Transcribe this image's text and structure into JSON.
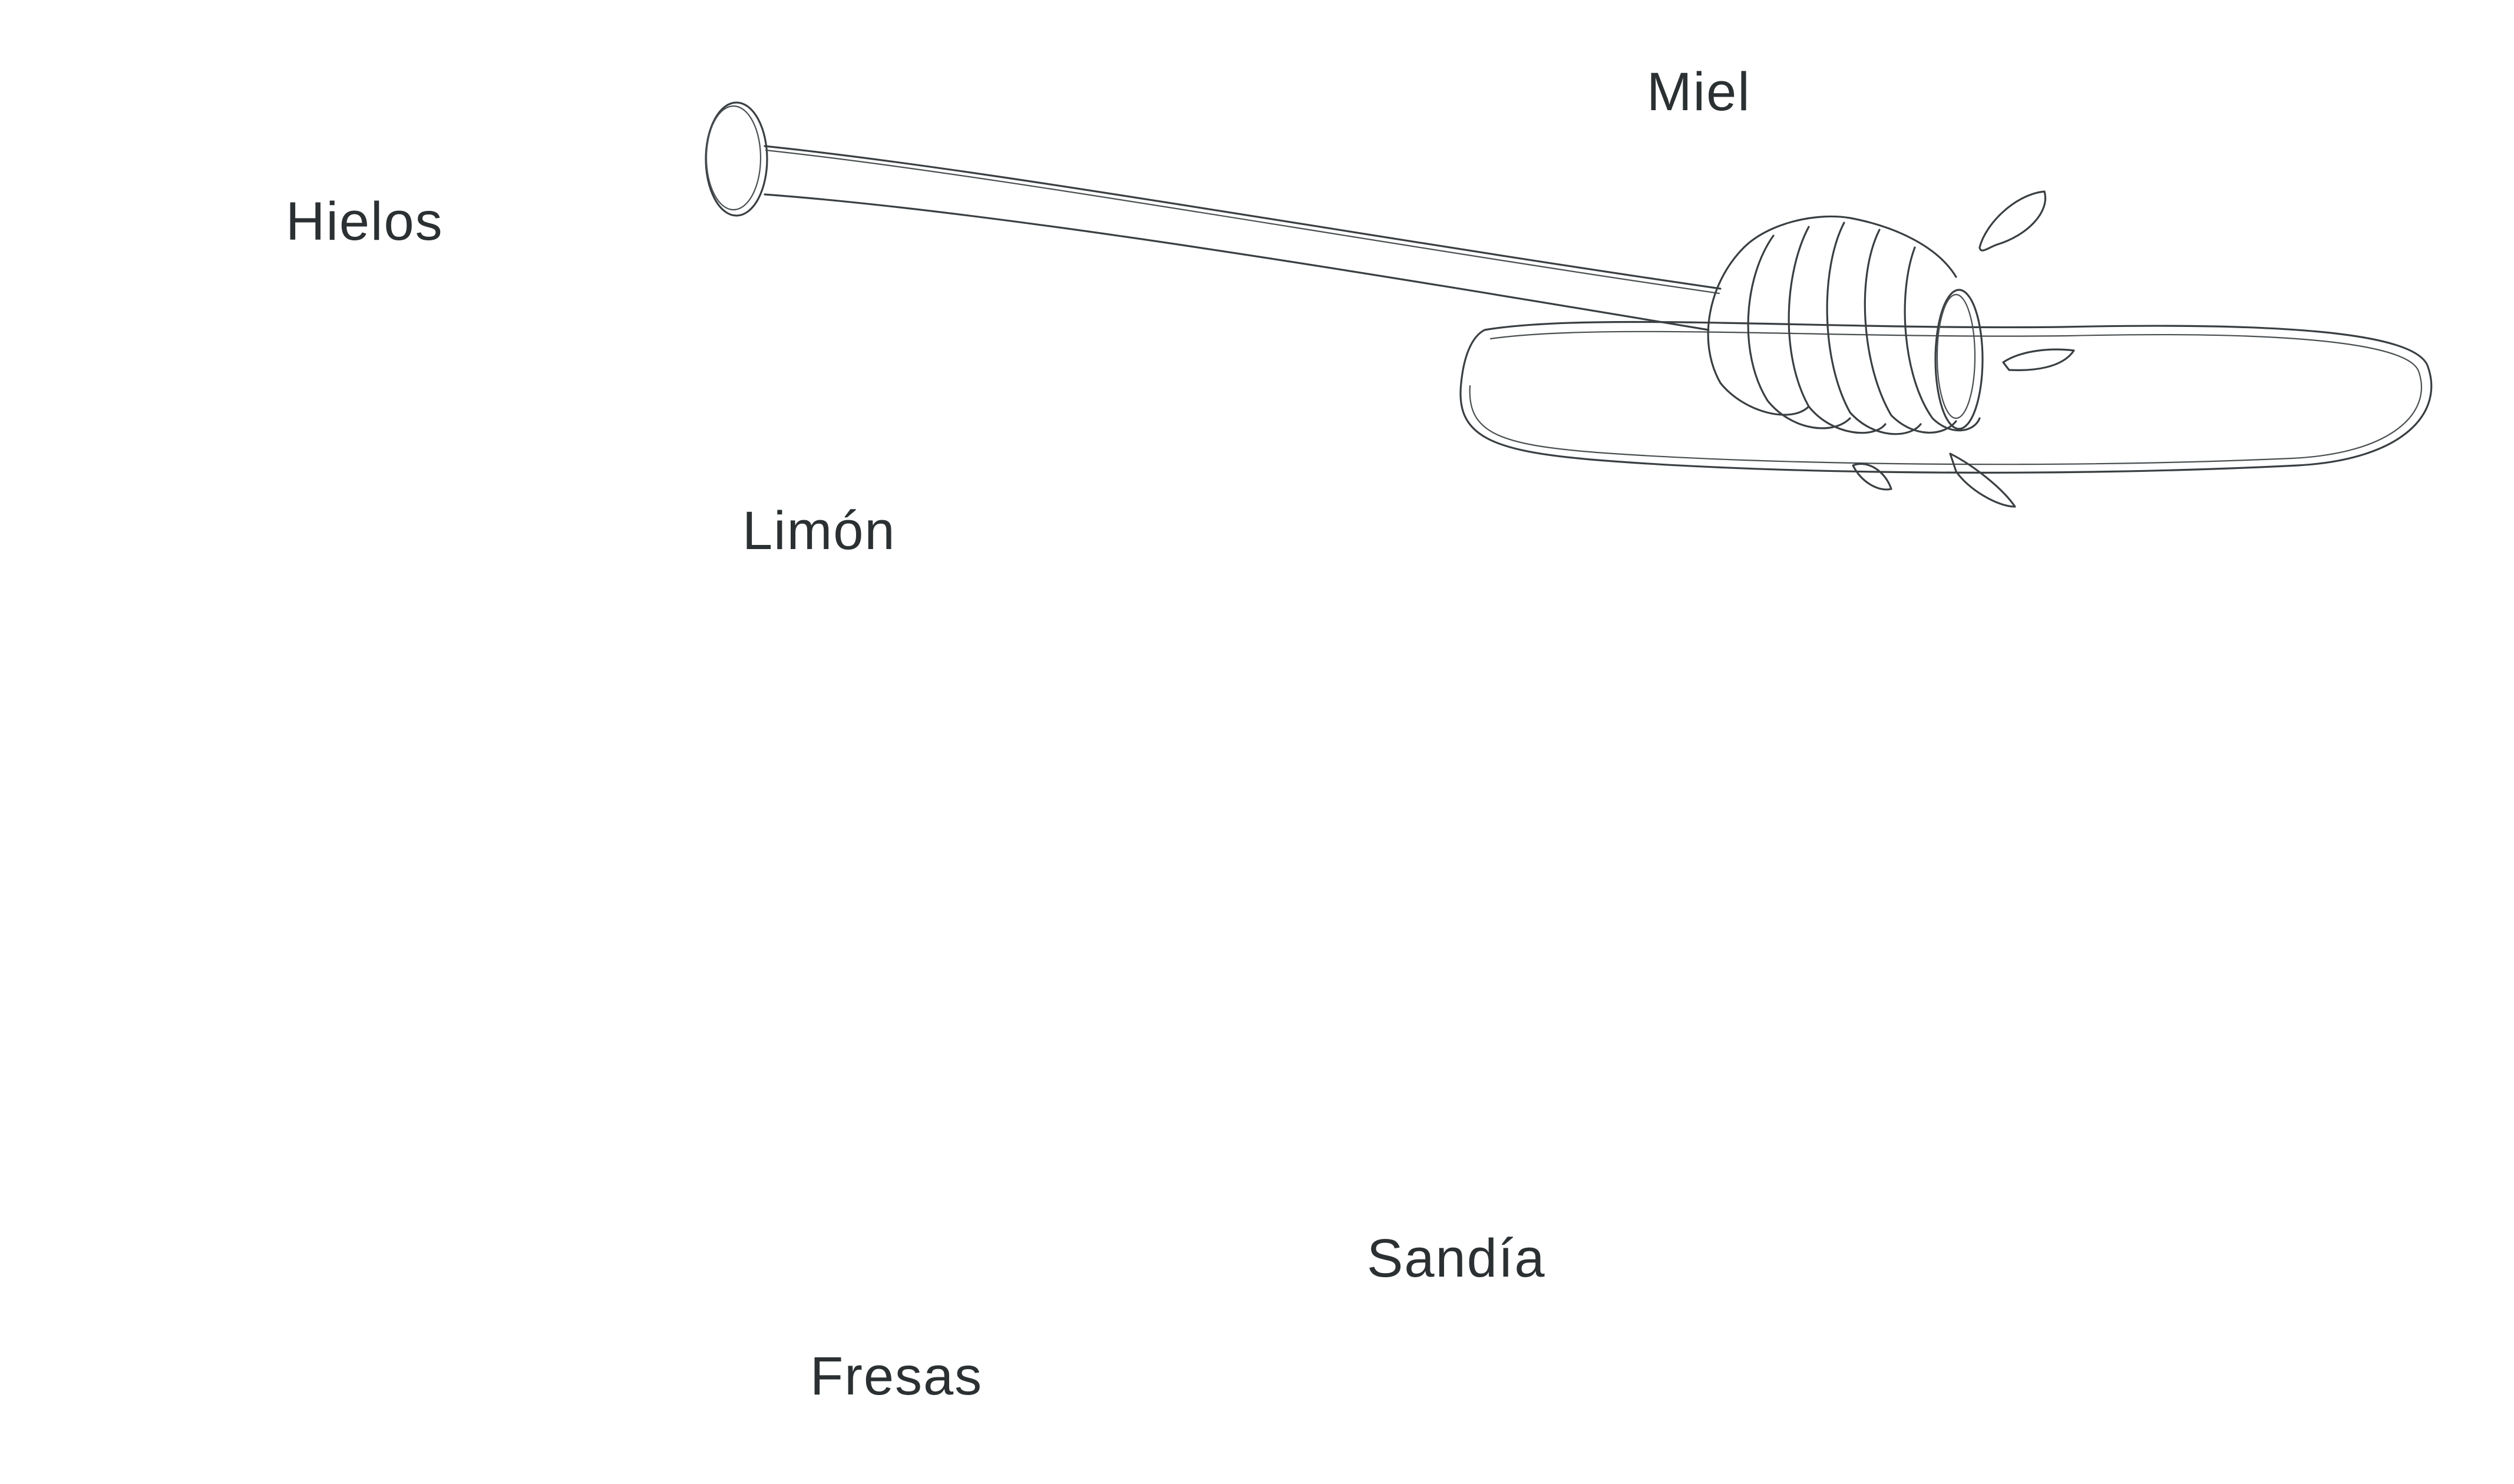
{
  "labels": {
    "hielos": "Hielos",
    "miel": "Miel",
    "limon": "Limón",
    "sandia": "Sandía",
    "fresas": "Fresas"
  },
  "icons": {
    "ice": "ice-cubes-icon",
    "honey": "honey-dipper-icon",
    "lemon": "lemon-halves-icon",
    "watermelon": "watermelon-slice-icon",
    "strawberries": "strawberries-icon"
  },
  "colors": {
    "background": "#ffffff",
    "ink": "#3a3f42",
    "label_text": "#2b3032"
  }
}
